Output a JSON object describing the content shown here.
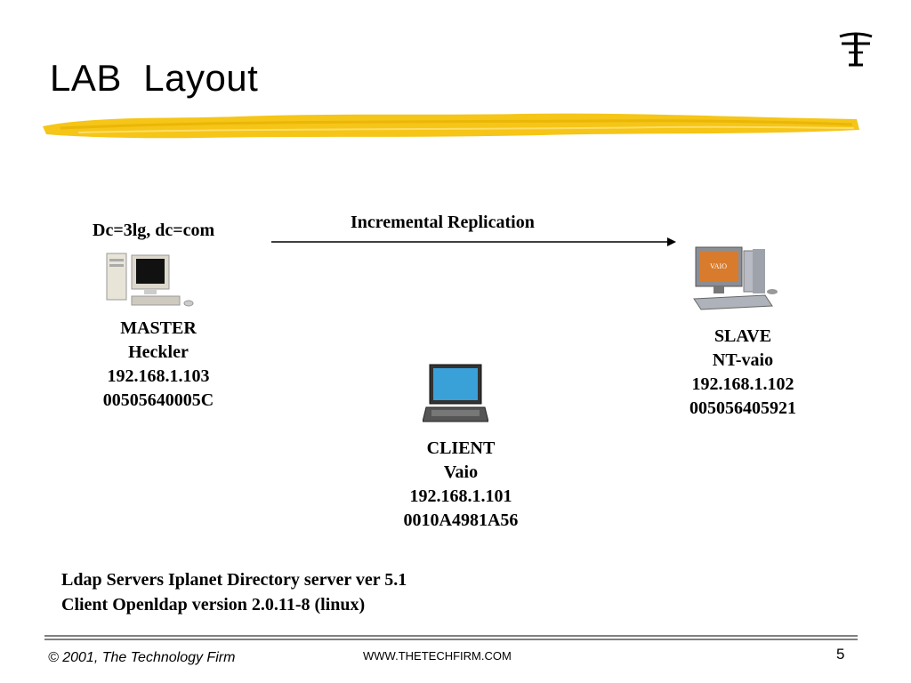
{
  "slide": {
    "title": "LAB  Layout",
    "page_number": "5"
  },
  "diagram": {
    "domain_label": "Dc=3lg, dc=com",
    "replication_label": "Incremental Replication",
    "master": {
      "lines": [
        "MASTER",
        "Heckler",
        "192.168.1.103",
        "00505640005C"
      ],
      "icon": "desktop-computer-icon"
    },
    "slave": {
      "lines": [
        "SLAVE",
        "NT-vaio",
        "192.168.1.102",
        "005056405921"
      ],
      "icon": "desktop-computer-icon"
    },
    "client": {
      "lines": [
        "CLIENT",
        "Vaio",
        "192.168.1.101",
        "0010A4981A56"
      ],
      "icon": "laptop-icon"
    }
  },
  "notes": [
    "Ldap Servers Iplanet Directory server ver 5.1",
    "Client Openldap version 2.0.11-8 (linux)"
  ],
  "footer": {
    "copyright": "© 2001, The Technology Firm",
    "website": "WWW.THETECHFIRM.COM"
  },
  "colors": {
    "brush": "#f5c518",
    "brush_dark": "#e0a800"
  }
}
